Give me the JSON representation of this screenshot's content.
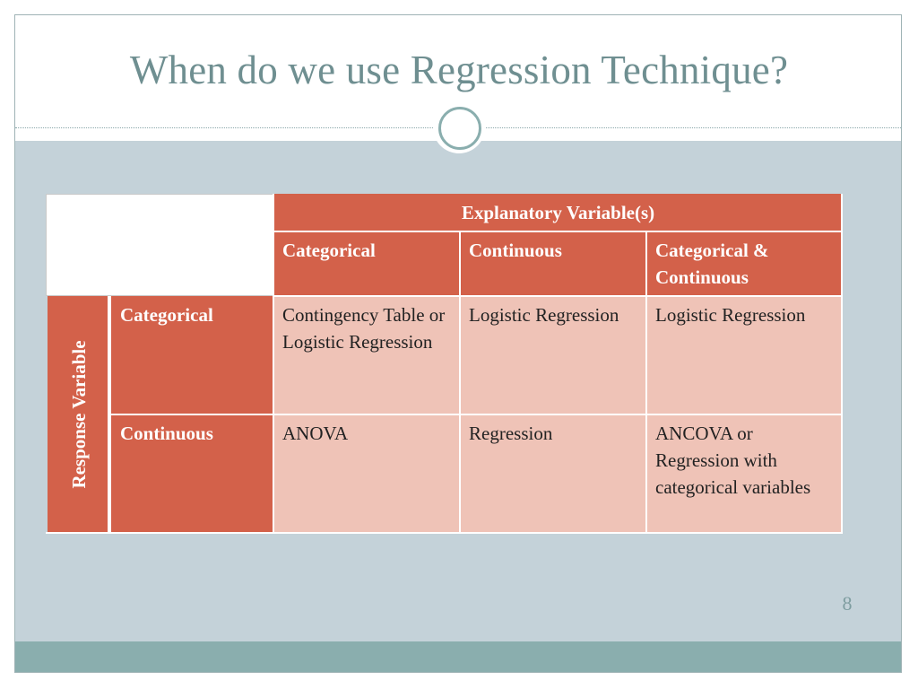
{
  "slide": {
    "title": "When do we use Regression Technique?",
    "page_number": "8"
  },
  "table": {
    "explanatory_header": "Explanatory Variable(s)",
    "response_header": "Response Variable",
    "column_headers": [
      "Categorical",
      "Continuous",
      "Categorical & Continuous"
    ],
    "rows": [
      {
        "label": "Categorical",
        "cells": [
          "Contingency Table or Logistic Regression",
          "Logistic Regression",
          "Logistic Regression"
        ]
      },
      {
        "label": "Continuous",
        "cells": [
          "ANOVA",
          "Regression",
          "ANCOVA or Regression with categorical variables"
        ]
      }
    ]
  },
  "colors": {
    "accent": "#d3614a",
    "cell_fill": "#efc3b7",
    "title": "#6f8f91",
    "content_bg": "#c4d2d9",
    "footer_band": "#8aaeae"
  }
}
